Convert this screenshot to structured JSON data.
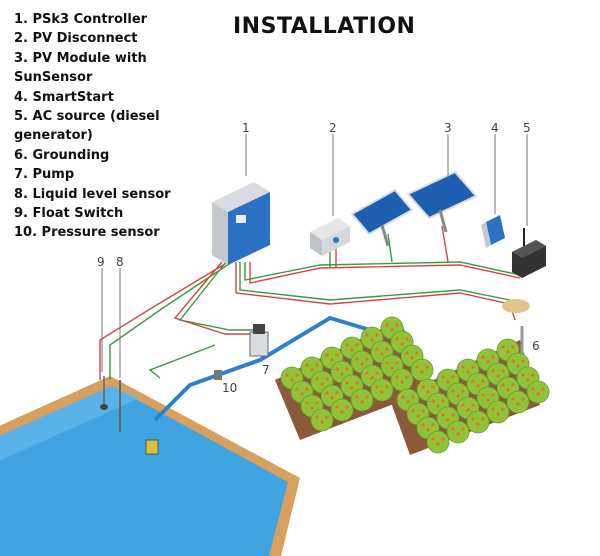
{
  "title": "INSTALLATION",
  "legend": [
    "1. PSk3 Controller",
    "2. PV Disconnect",
    "3. PV Module with",
    "SunSensor",
    "4. SmartStart",
    "5. AC source (diesel",
    "generator)",
    "6. Grounding",
    "7. Pump",
    "8. Liquid level sensor",
    "9. Float Switch",
    "10. Pressure sensor"
  ],
  "callouts": {
    "c1": "1",
    "c2": "2",
    "c3": "3",
    "c4": "4",
    "c5": "5",
    "c6": "6",
    "c7": "7",
    "c8": "8",
    "c9": "9",
    "c10": "10"
  },
  "colors": {
    "water": "#3fa4e0",
    "pool_rim": "#d8a05e",
    "pipe": "#2f7fd0",
    "wire_red": "#d64545",
    "wire_green": "#3c9a3c",
    "tree_green": "#8fc43a",
    "fruit": "#e8731e",
    "controller_blue": "#2b72c4"
  }
}
